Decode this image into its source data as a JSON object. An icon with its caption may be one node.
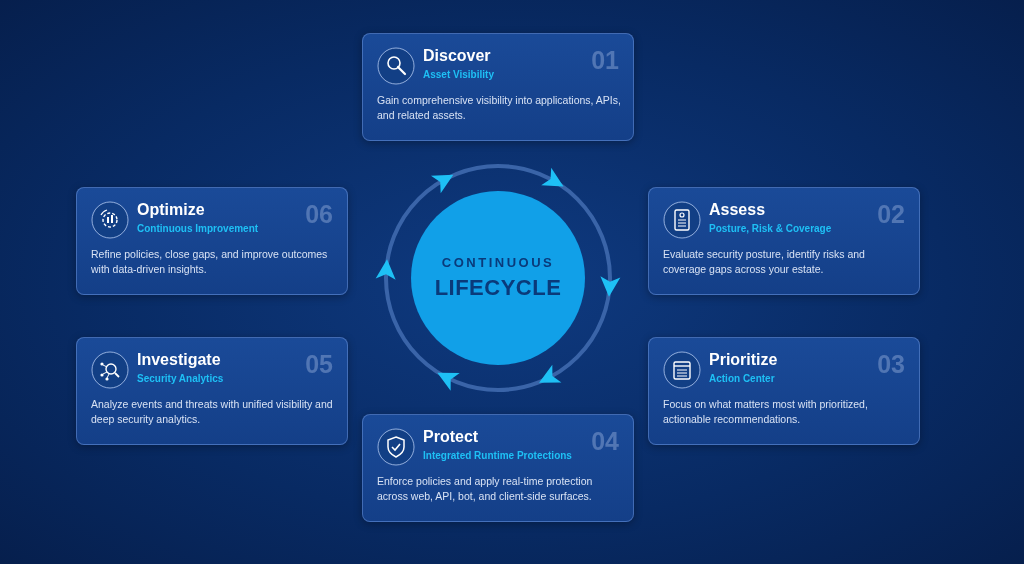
{
  "diagram": {
    "nodes": [
      {
        "text": [
          "Discover",
          "Asset Visibility",
          "01",
          "Gain comprehensive visibility into applications, APIs, and related assets."
        ]
      },
      {
        "text": [
          "Optimize",
          "Continuous Improvement",
          "06",
          "Refine policies, close gaps, and improve outcomes with data-driven insights."
        ]
      },
      {
        "text": [
          "Assess",
          "Posture, Risk & Coverage",
          "02",
          "Evaluate security posture, identify risks and coverage gaps across your estate."
        ]
      },
      {
        "text": [
          "CONTINUOUS",
          "LIFECYCLE"
        ]
      },
      {
        "text": [
          "Investigate",
          "Security Analytics",
          "05",
          "Analyze events and threats with unified visibility and deep security analytics."
        ]
      },
      {
        "text": [
          "Prioritize",
          "Action Center",
          "03",
          "Focus on what matters most with prioritized, actionable recommendations."
        ]
      },
      {
        "text": [
          "Protect",
          "Integrated Runtime Protections",
          "04",
          "Enforce policies and apply real-time protection across web, API, bot, and client-side surfaces."
        ]
      }
    ],
    "edges": []
  }
}
